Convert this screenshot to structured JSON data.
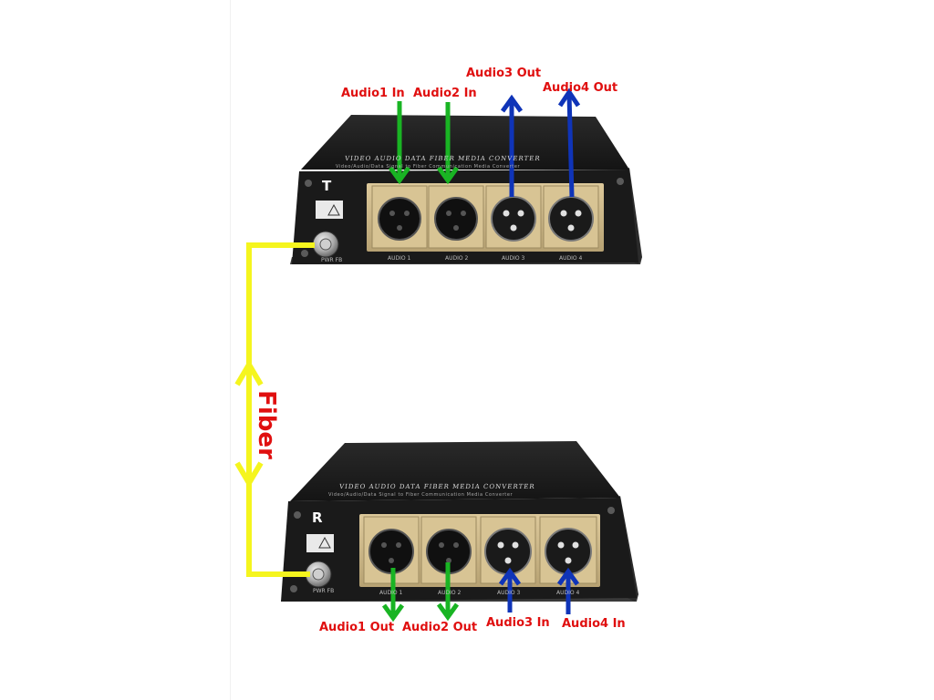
{
  "colors": {
    "label_red": "#e00f0f",
    "arrow_green": "#19b423",
    "arrow_blue": "#0f34b8",
    "fiber_yellow": "#f5f51e",
    "chassis": "#1c1c1c",
    "panel_gold": "#cbb689"
  },
  "labels": {
    "audio1_in": "Audio1 In",
    "audio2_in": "Audio2 In",
    "audio3_out": "Audio3 Out",
    "audio4_out": "Audio4 Out",
    "audio1_out": "Audio1 Out",
    "audio2_out": "Audio2 Out",
    "audio3_in": "Audio3 In",
    "audio4_in": "Audio4 In",
    "fiber": "Fiber"
  },
  "devices": {
    "transmitter": {
      "letter": "T",
      "top_print": "VIDEO AUDIO DATA FIBER MEDIA CONVERTER",
      "top_subprint": "Video/Audio/Data Signal to Fiber Communication Media Converter",
      "port_labels": [
        "AUDIO 1",
        "AUDIO 2",
        "AUDIO 3",
        "AUDIO 4"
      ],
      "status_label": "PWR  FB"
    },
    "receiver": {
      "letter": "R",
      "top_print": "VIDEO AUDIO DATA FIBER MEDIA CONVERTER",
      "top_subprint": "Video/Audio/Data Signal to Fiber Communication Media Converter",
      "port_labels": [
        "AUDIO 1",
        "AUDIO 2",
        "AUDIO 3",
        "AUDIO 4"
      ],
      "status_label": "PWR  FB"
    }
  }
}
